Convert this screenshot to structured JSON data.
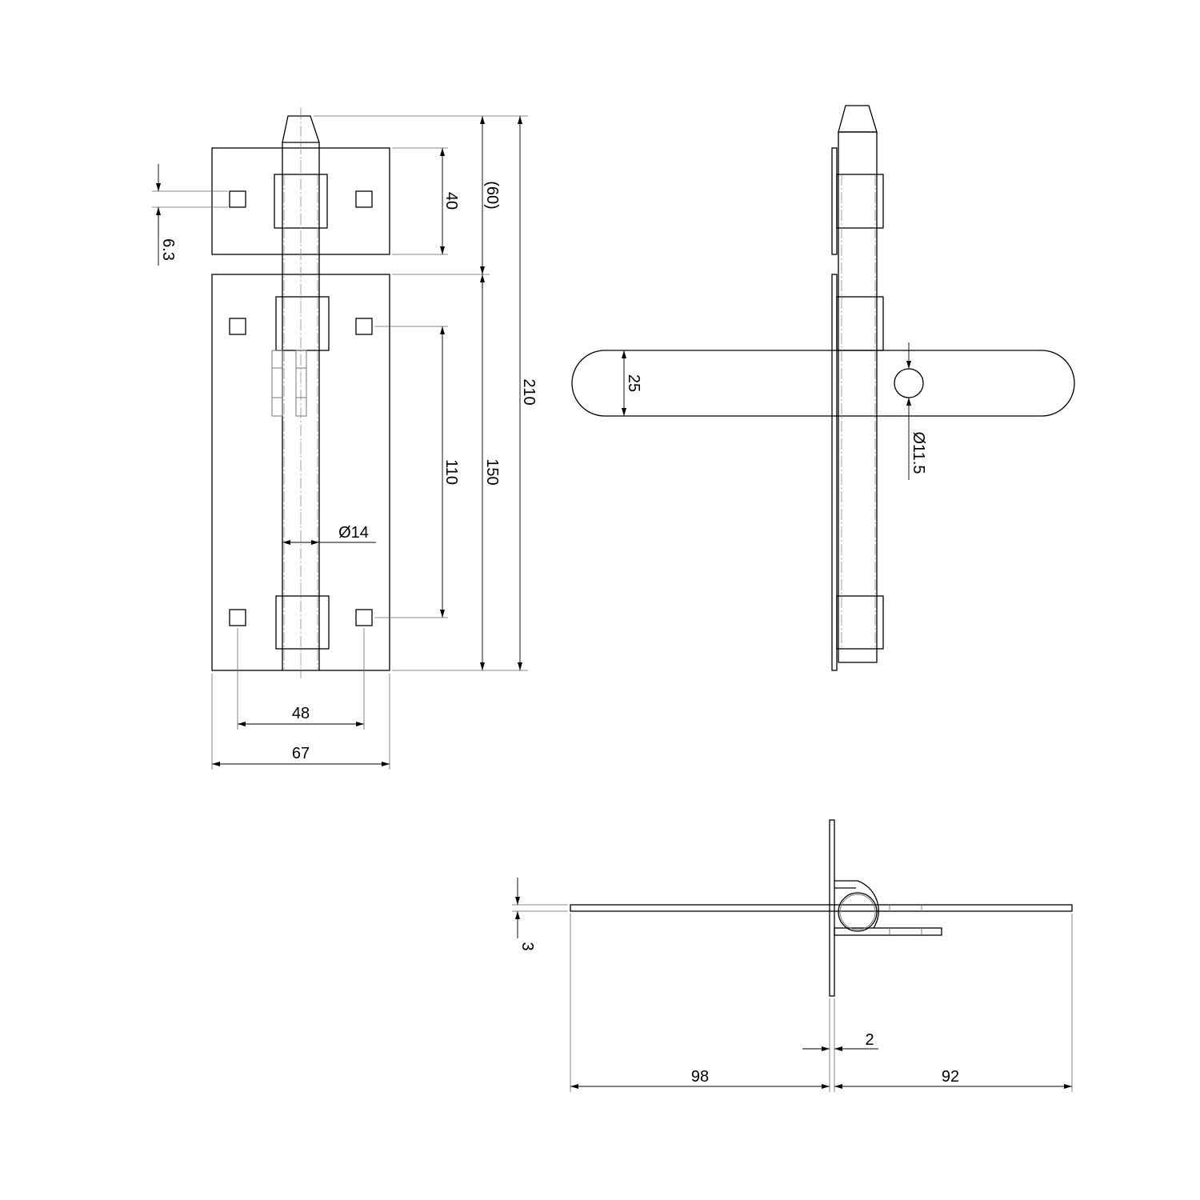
{
  "drawing": {
    "front_view": {
      "dim_bracket_height": "40",
      "dim_reference_height": "(60)",
      "dim_total_length": "210",
      "dim_plate_length": "150",
      "dim_hole_spacing_vertical": "110",
      "dim_bolt_diameter": "Ø14",
      "dim_hole_size": "6.3",
      "dim_hole_spacing_horizontal": "48",
      "dim_plate_width": "67"
    },
    "side_view": {
      "dim_handle_width": "25",
      "dim_handle_hole": "Ø11.5"
    },
    "bottom_view": {
      "dim_handle_thickness": "3",
      "dim_plate_thickness": "2",
      "dim_left_reach": "98",
      "dim_right_reach": "92"
    },
    "line_color": "#000000"
  }
}
